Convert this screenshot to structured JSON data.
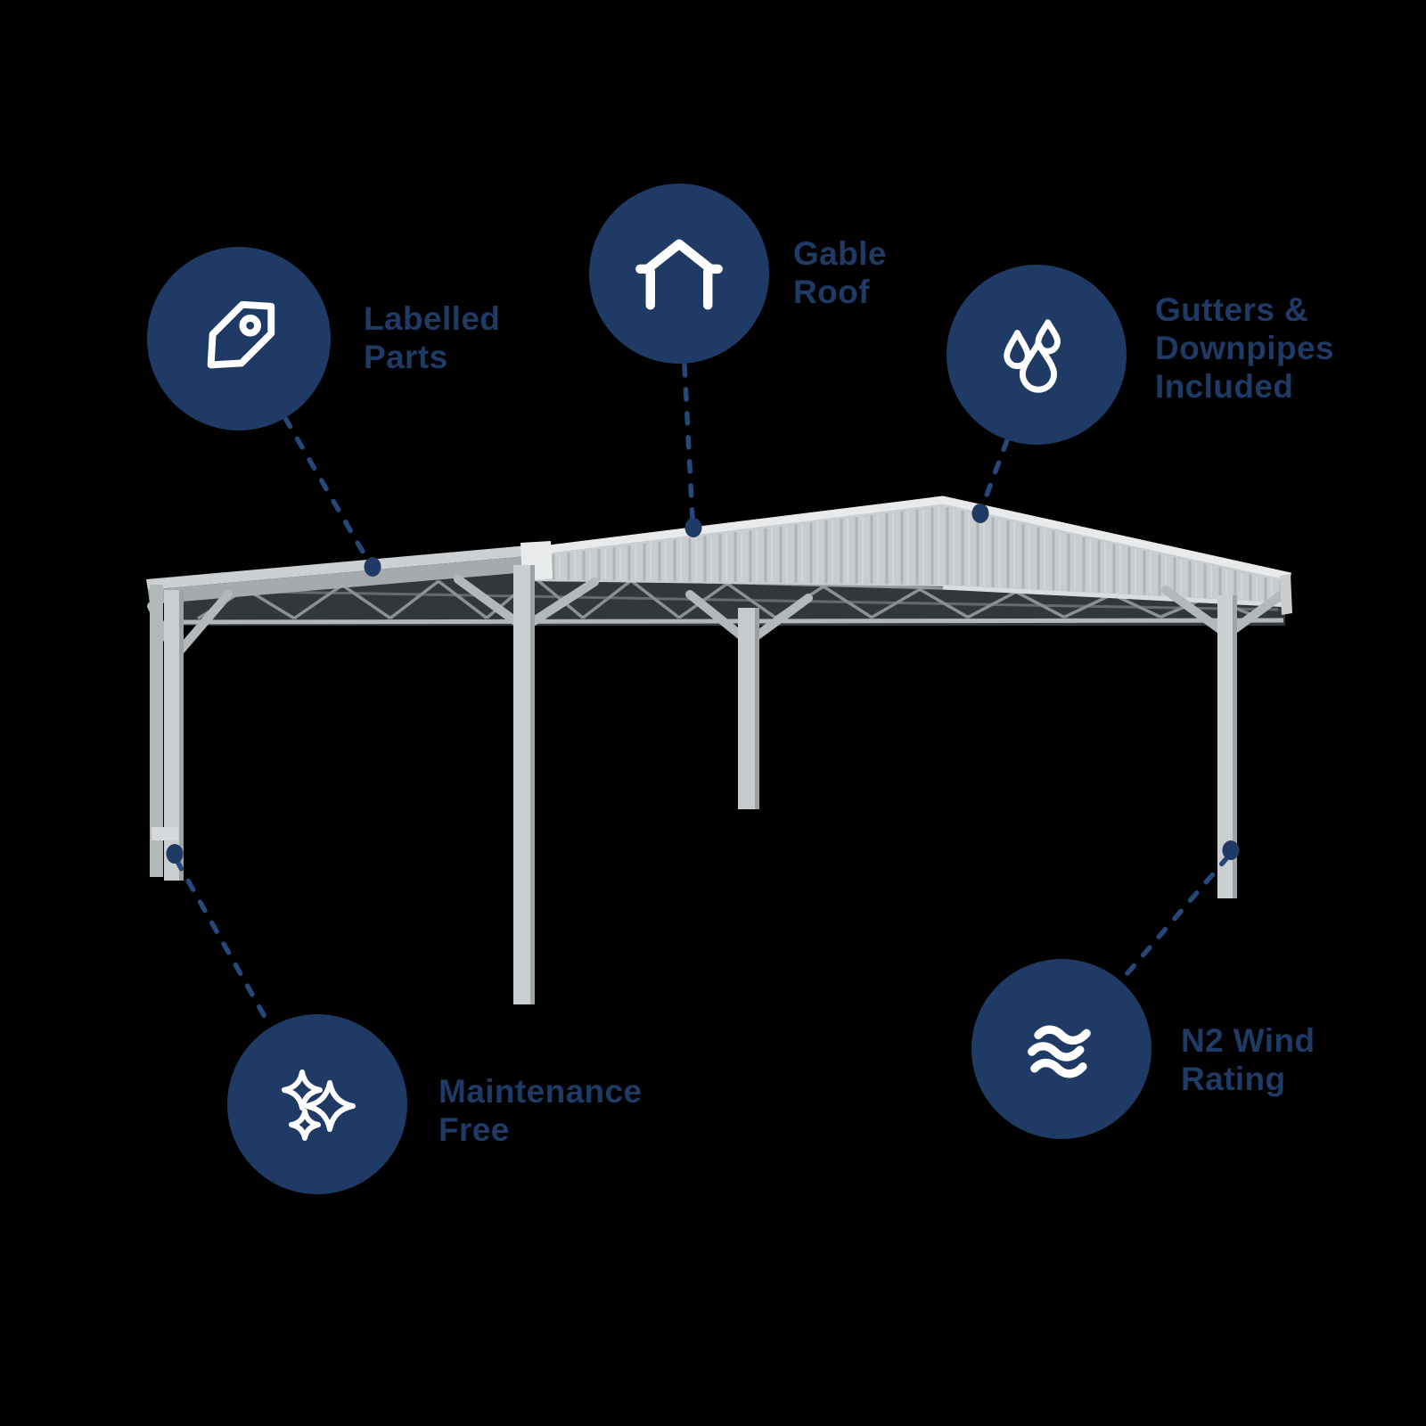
{
  "background_color": "#000000",
  "accent_color": "#1f3a64",
  "dash_color": "#26477a",
  "icon_stroke_color": "#ffffff",
  "structure_colors": {
    "cladding_light": "#c9cdcf",
    "cladding_rib": "#9aa0a3",
    "ridge_cap": "#e8eaeb",
    "beam_top": "#ccd0d2",
    "beam_face": "#a4aaad",
    "truss_shadow": "#33373b",
    "post": "#cacfd1",
    "post_shade": "#9da3a6",
    "brace": "#b2b8bb"
  },
  "subject": "Gable roof carport product render",
  "features": [
    {
      "id": "labelled-parts",
      "icon": "tag-icon",
      "lines": [
        "Labelled",
        "Parts"
      ]
    },
    {
      "id": "gable-roof",
      "icon": "gable-roof-icon",
      "lines": [
        "Gable",
        "Roof"
      ]
    },
    {
      "id": "gutters-downpipes",
      "icon": "water-drops-icon",
      "lines": [
        "Gutters &",
        "Downpipes",
        "Included"
      ]
    },
    {
      "id": "maintenance-free",
      "icon": "sparkles-icon",
      "lines": [
        "Maintenance",
        "Free"
      ]
    },
    {
      "id": "n2-wind-rating",
      "icon": "wind-waves-icon",
      "lines": [
        "N2 Wind",
        "Rating"
      ]
    }
  ]
}
